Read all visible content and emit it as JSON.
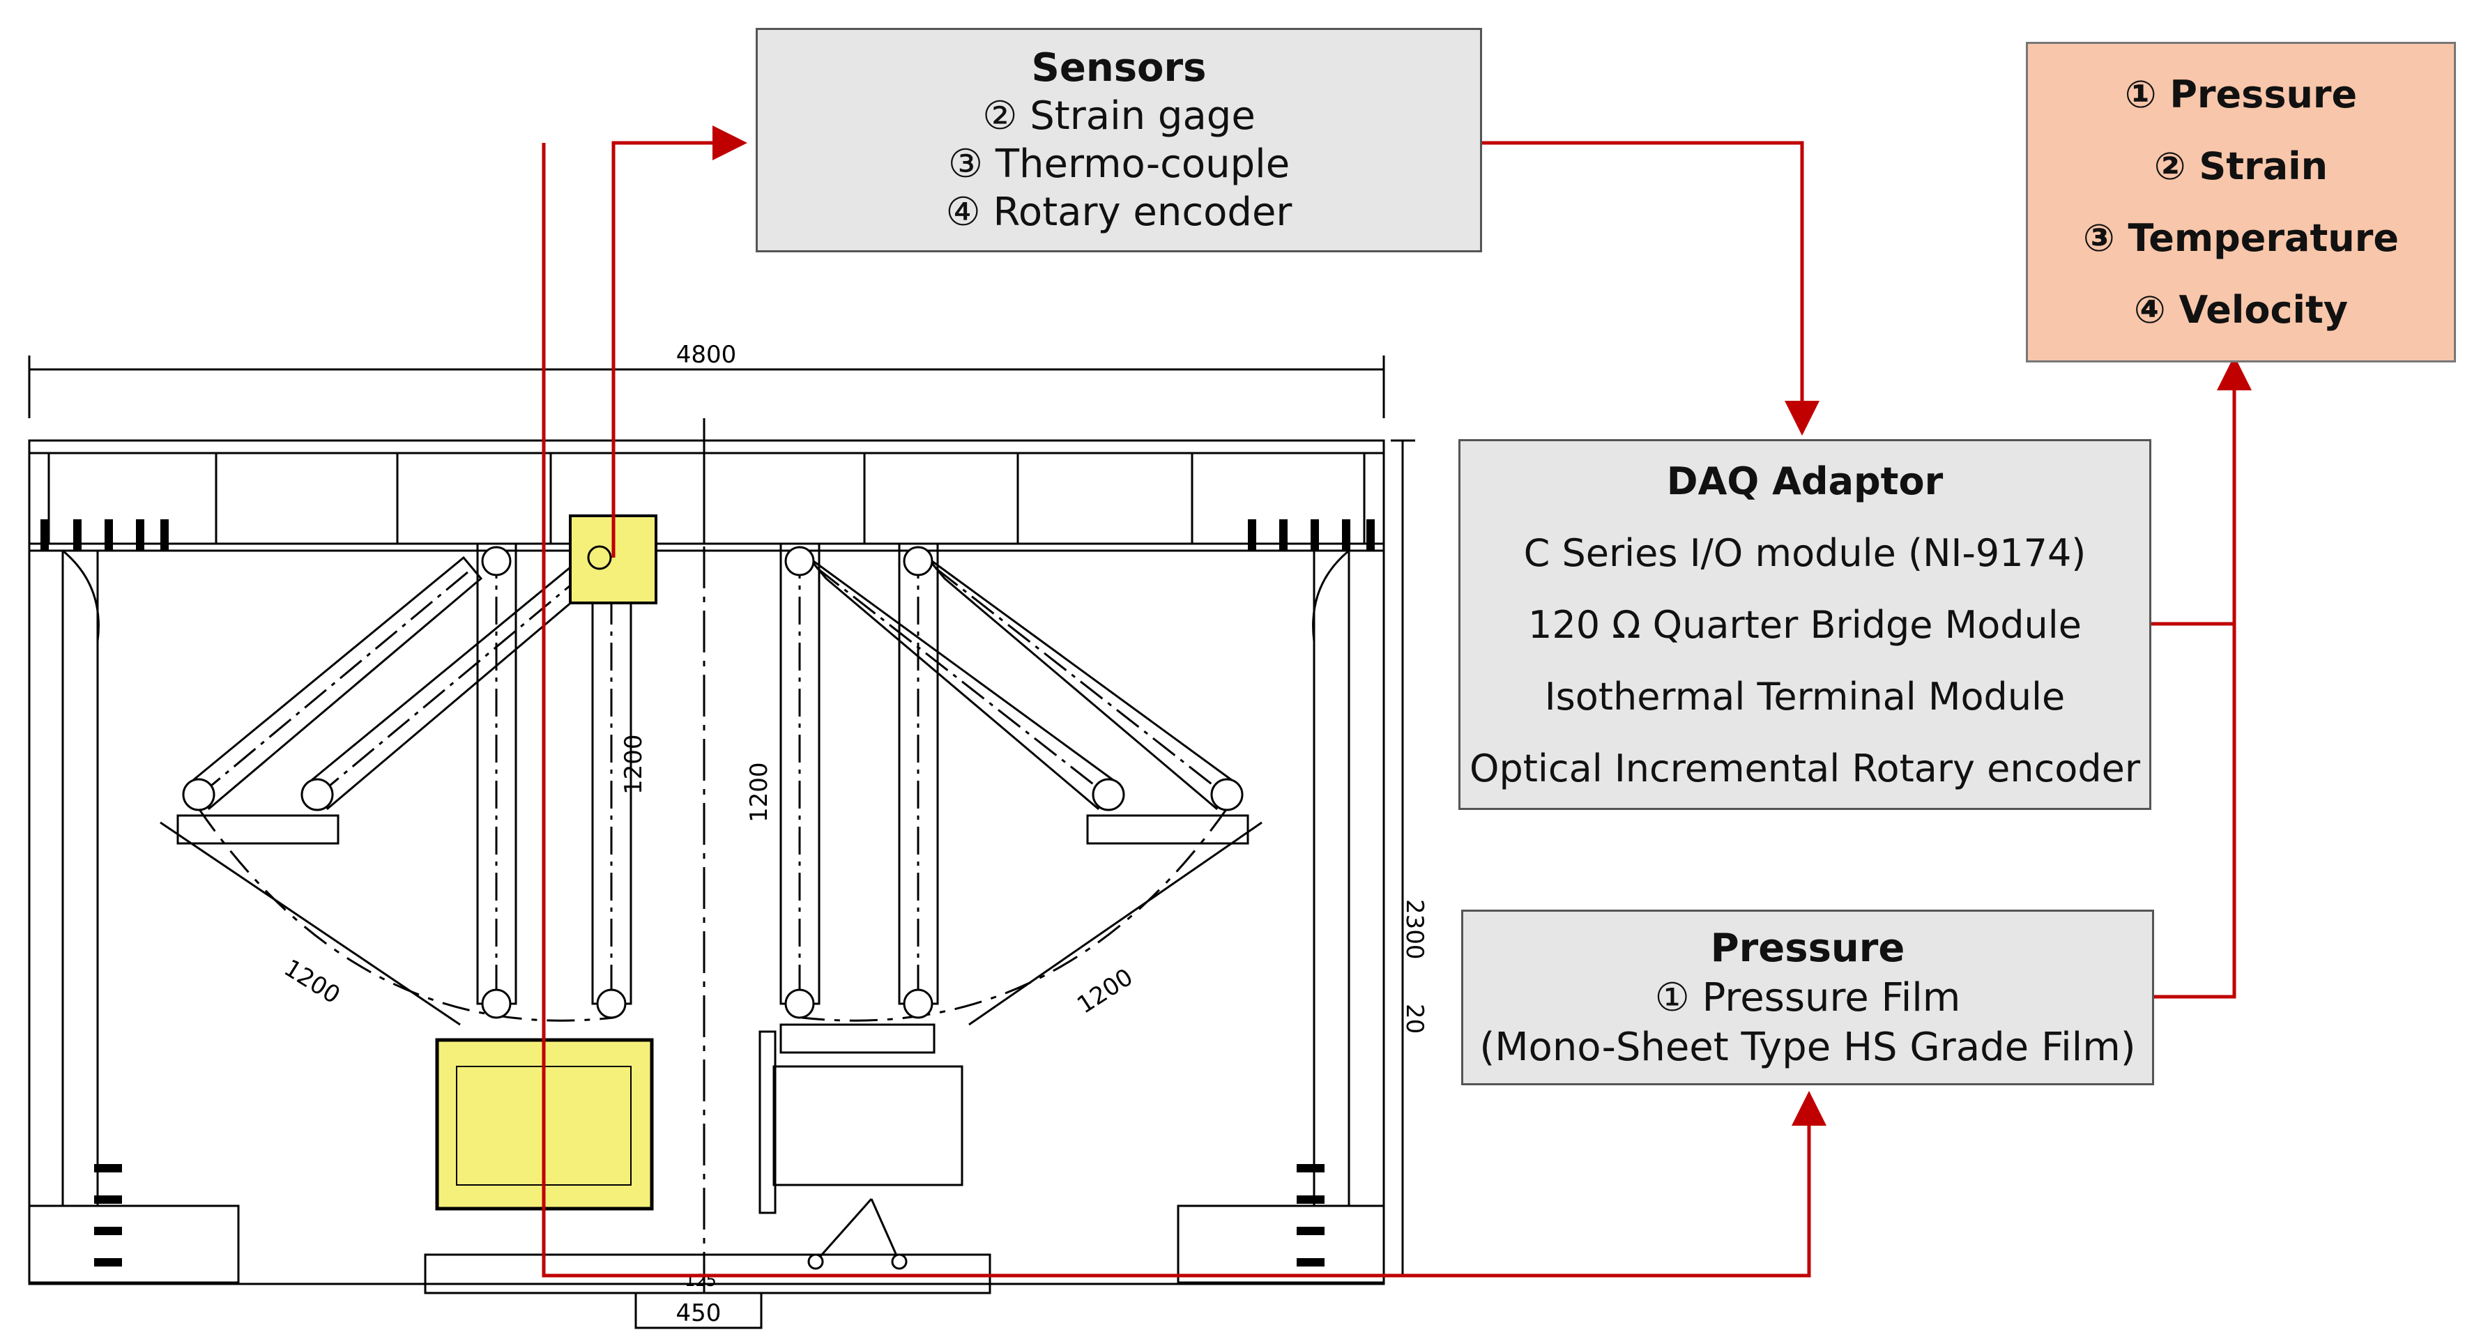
{
  "diagram": {
    "sensors": {
      "title": "Sensors",
      "items": [
        "② Strain gage",
        "③ Thermo-couple",
        "④ Rotary encoder"
      ]
    },
    "daq": {
      "title": "DAQ Adaptor",
      "items": [
        "C Series I/O module (NI-9174)",
        "120 Ω Quarter Bridge Module",
        "Isothermal Terminal Module",
        "Optical Incremental Rotary encoder"
      ]
    },
    "pressure": {
      "title": "Pressure",
      "items": [
        "① Pressure Film",
        "(Mono-Sheet Type HS Grade Film)"
      ]
    },
    "outputs": {
      "items": [
        "① Pressure",
        "② Strain",
        "③ Temperature",
        "④ Velocity"
      ]
    },
    "drawing": {
      "dims": {
        "width": "4800",
        "height_total": "2300",
        "arm_length": "1200",
        "small_height": "20",
        "base_width": "450",
        "small_dim": "125"
      }
    },
    "colors": {
      "connector": "#c00000",
      "box_fill": "#e6e6e6",
      "output_fill": "#f8c6aa",
      "highlight": "#f5f07a",
      "line": "#000000"
    }
  }
}
